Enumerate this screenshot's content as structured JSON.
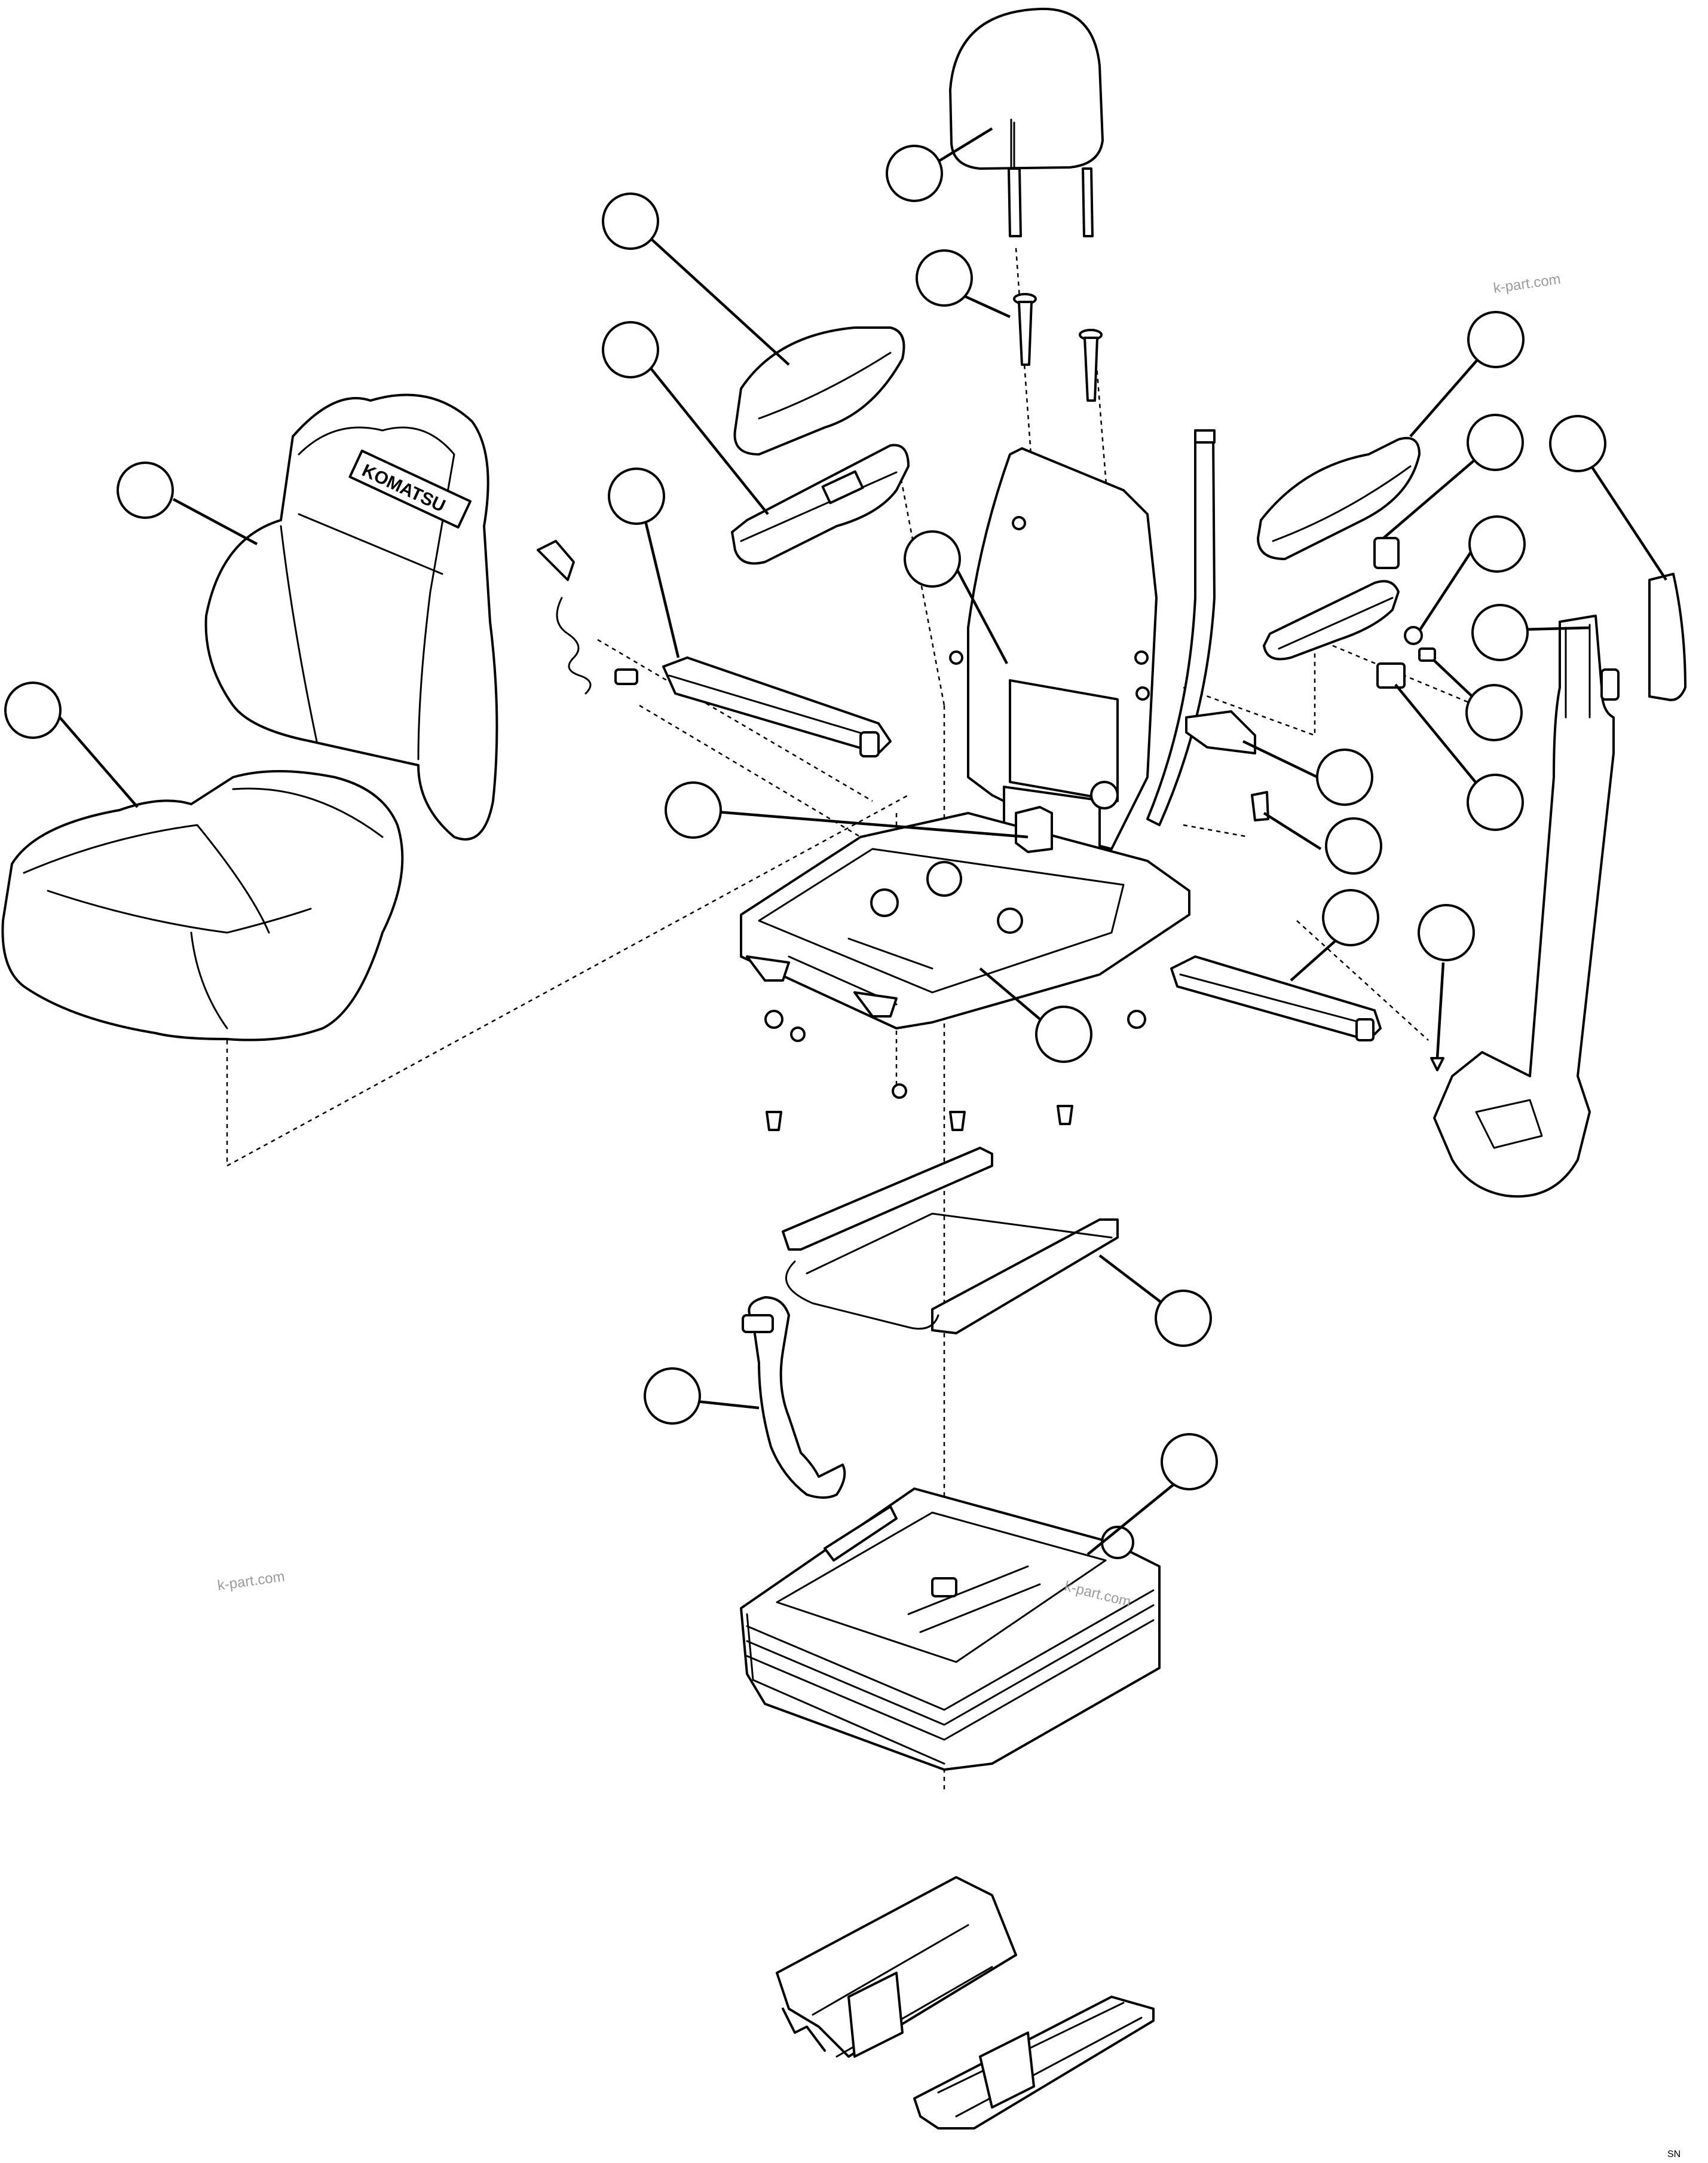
{
  "diagram": {
    "logo_text": "KOMATSU",
    "watermarks": [
      "k-part.com",
      "k-part.com",
      "k-part.com"
    ],
    "corner_code": "SN",
    "callouts": [
      {
        "name": "headrest",
        "label": ""
      },
      {
        "name": "headrest-guide",
        "label": ""
      },
      {
        "name": "left-armrest-pad",
        "label": ""
      },
      {
        "name": "left-armrest-base",
        "label": ""
      },
      {
        "name": "right-armrest-pad",
        "label": ""
      },
      {
        "name": "right-armrest-base",
        "label": ""
      },
      {
        "name": "seat-back-cushion",
        "label": ""
      },
      {
        "name": "seat-cushion",
        "label": ""
      },
      {
        "name": "belt-buckle-left",
        "label": ""
      },
      {
        "name": "seat-frame-back",
        "label": ""
      },
      {
        "name": "side-cover",
        "label": ""
      },
      {
        "name": "armrest-switch",
        "label": ""
      },
      {
        "name": "armrest-knob",
        "label": ""
      },
      {
        "name": "armrest-plug",
        "label": ""
      },
      {
        "name": "armrest-connector",
        "label": ""
      },
      {
        "name": "belt-retractor",
        "label": ""
      },
      {
        "name": "cover-plate",
        "label": ""
      },
      {
        "name": "clip",
        "label": ""
      },
      {
        "name": "frame-bracket",
        "label": ""
      },
      {
        "name": "belt-buckle-right",
        "label": ""
      },
      {
        "name": "anchor-bolt",
        "label": ""
      },
      {
        "name": "seat-base-frame",
        "label": ""
      },
      {
        "name": "slide-rail",
        "label": ""
      },
      {
        "name": "adjust-lever",
        "label": ""
      },
      {
        "name": "suspension",
        "label": ""
      }
    ]
  }
}
